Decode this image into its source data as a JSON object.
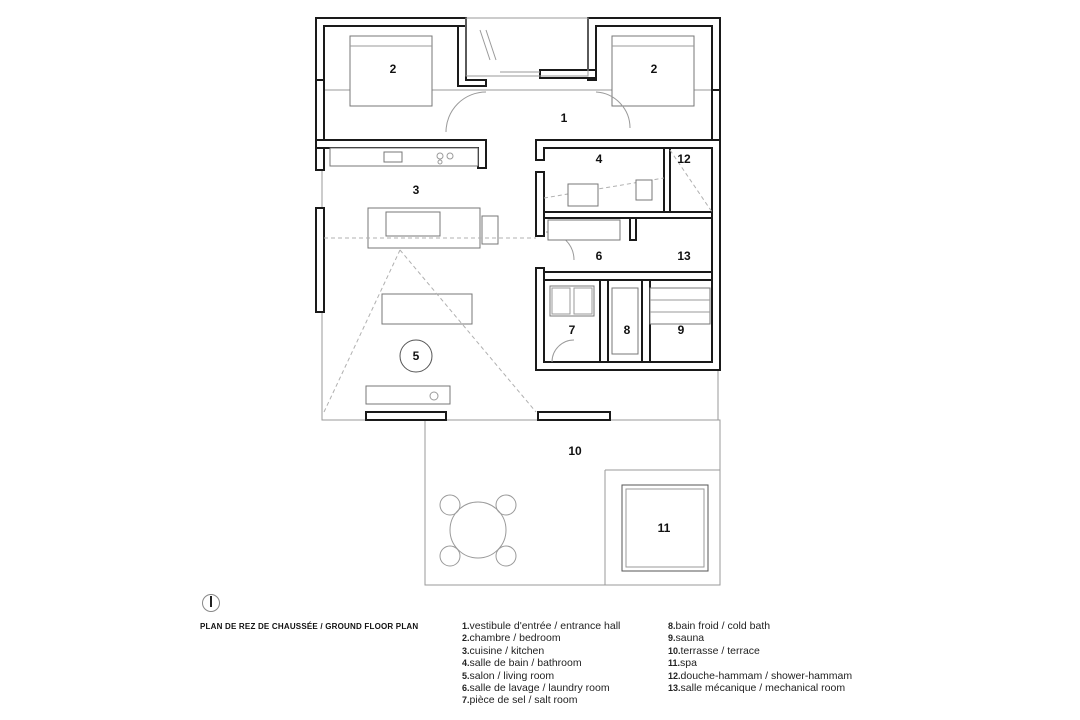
{
  "plan": {
    "title": "PLAN DE REZ DE CHAUSSÉE / GROUND FLOOR PLAN",
    "room_labels": {
      "r1": "1",
      "r2a": "2",
      "r2b": "2",
      "r3": "3",
      "r4": "4",
      "r5": "5",
      "r6": "6",
      "r7": "7",
      "r8": "8",
      "r9": "9",
      "r10": "10",
      "r11": "11",
      "r12": "12",
      "r13": "13"
    }
  },
  "legend": {
    "col1": [
      {
        "num": "1.",
        "label": "vestibule d'entrée / entrance hall"
      },
      {
        "num": "2.",
        "label": "chambre / bedroom"
      },
      {
        "num": "3.",
        "label": "cuisine / kitchen"
      },
      {
        "num": "4.",
        "label": "salle de bain / bathroom"
      },
      {
        "num": "5.",
        "label": "salon / living room"
      },
      {
        "num": "6.",
        "label": "salle de lavage / laundry room"
      },
      {
        "num": "7.",
        "label": "pièce de sel / salt room"
      }
    ],
    "col2": [
      {
        "num": "8.",
        "label": "bain froid / cold bath"
      },
      {
        "num": "9.",
        "label": "sauna"
      },
      {
        "num": "10.",
        "label": "terrasse / terrace"
      },
      {
        "num": "11.",
        "label": "spa"
      },
      {
        "num": "12.",
        "label": "douche-hammam / shower-hammam"
      },
      {
        "num": "13.",
        "label": "salle mécanique / mechanical room"
      }
    ]
  }
}
